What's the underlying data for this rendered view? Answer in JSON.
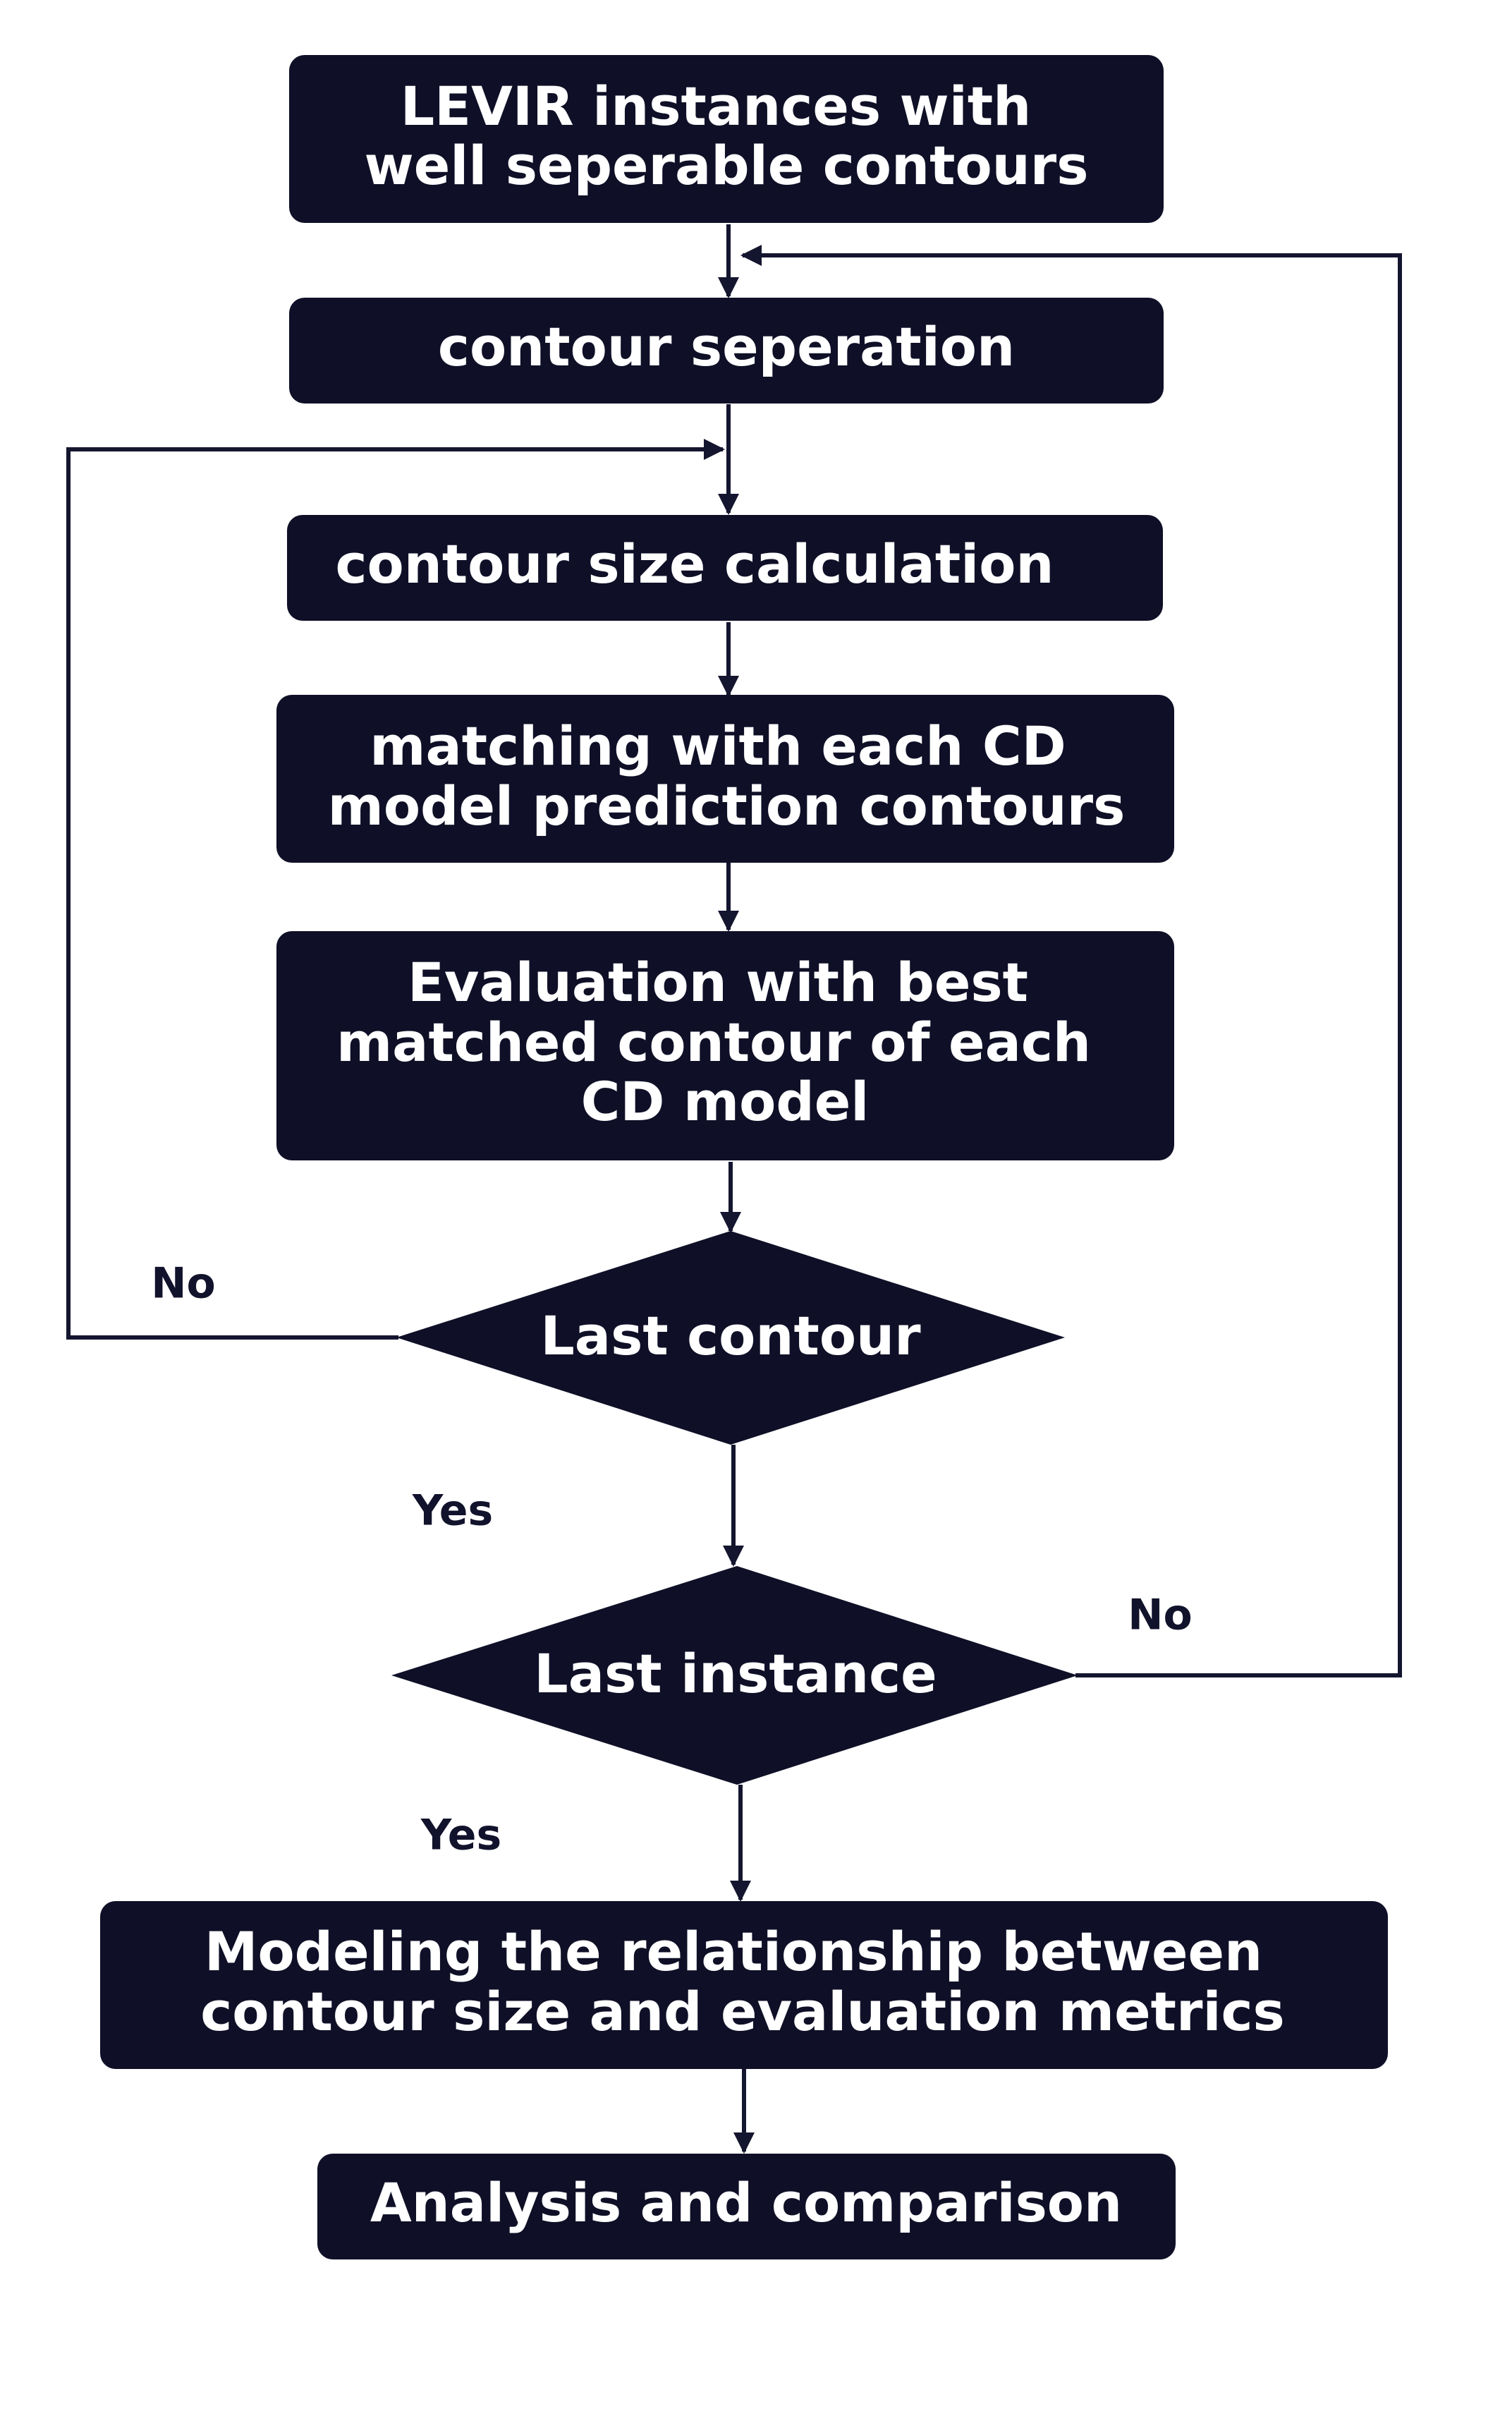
{
  "colors": {
    "node_fill": "#0f1027",
    "node_text": "#ffffff",
    "edge": "#14152e",
    "background": "#ffffff"
  },
  "nodes": {
    "levir_instances": {
      "lines": [
        "LEVIR instances with",
        "well seperable contours"
      ]
    },
    "contour_separation": {
      "lines": [
        "contour seperation"
      ]
    },
    "contour_size_calculation": {
      "lines": [
        "contour size calculation"
      ]
    },
    "matching": {
      "lines": [
        "matching with each CD",
        "model prediction contours"
      ]
    },
    "evaluation": {
      "lines": [
        "Evaluation with best",
        "matched contour of each",
        "CD model"
      ]
    },
    "last_contour": {
      "lines": [
        "Last contour"
      ]
    },
    "last_instance": {
      "lines": [
        "Last instance"
      ]
    },
    "modeling": {
      "lines": [
        "Modeling the relationship between",
        "contour size and evaluation metrics"
      ]
    },
    "analysis": {
      "lines": [
        "Analysis and comparison"
      ]
    }
  },
  "branch_labels": {
    "last_contour_no": "No",
    "last_contour_yes": "Yes",
    "last_instance_no": "No",
    "last_instance_yes": "Yes"
  }
}
